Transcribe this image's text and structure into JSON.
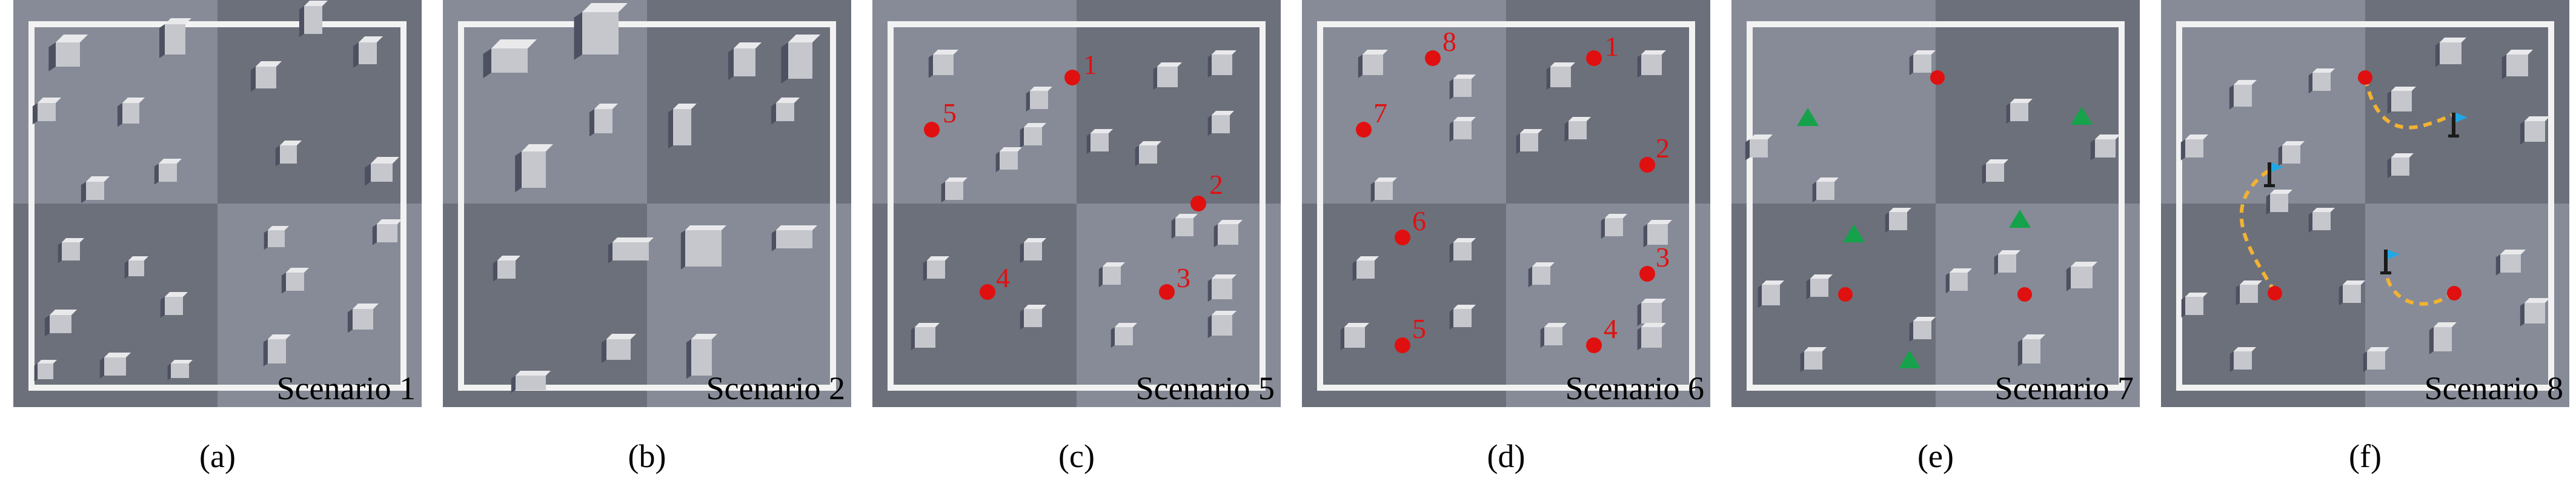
{
  "colors": {
    "quad_light": "#868b97",
    "quad_dark": "#6c707b",
    "frame": "#f2f2f2",
    "block_top": "#e9e9ec",
    "block_front": "#c5c7cc",
    "block_side": "#4c5060",
    "goal_red": "#e01010",
    "triangle_green": "#15a24a",
    "path_orange": "#f2b233",
    "flag_blue": "#21a7e6"
  },
  "panels": [
    {
      "scenario_label": "Scenario 1",
      "caption": "(a)",
      "markers": []
    },
    {
      "scenario_label": "Scenario 2",
      "caption": "(b)",
      "markers": []
    },
    {
      "scenario_label": "Scenario 5",
      "caption": "(c)",
      "markers": [
        {
          "label": "1"
        },
        {
          "label": "2"
        },
        {
          "label": "3"
        },
        {
          "label": "4"
        },
        {
          "label": "5"
        }
      ]
    },
    {
      "scenario_label": "Scenario 6",
      "caption": "(d)",
      "markers": [
        {
          "label": "1"
        },
        {
          "label": "2"
        },
        {
          "label": "3"
        },
        {
          "label": "4"
        },
        {
          "label": "5"
        },
        {
          "label": "6"
        },
        {
          "label": "7"
        },
        {
          "label": "8"
        }
      ]
    },
    {
      "scenario_label": "Scenario 7",
      "caption": "(e)",
      "markers": []
    },
    {
      "scenario_label": "Scenario 8",
      "caption": "(f)",
      "markers": []
    }
  ]
}
